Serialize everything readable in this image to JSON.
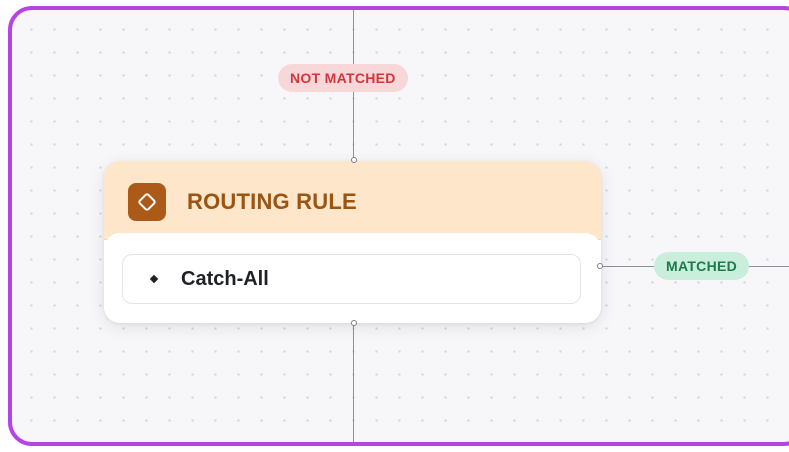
{
  "canvas": {
    "grid": "dotted",
    "background_color": "#f7f7f9",
    "frame_color": "#b544e4"
  },
  "badges": {
    "not_matched": {
      "label": "NOT MATCHED",
      "bg": "#f8d7d9",
      "color": "#d2353d"
    },
    "matched": {
      "label": "MATCHED",
      "bg": "#c9eedb",
      "color": "#1c7a4d"
    }
  },
  "node": {
    "icon": "diamond-icon",
    "icon_color": "#ab5a18",
    "header_color": "#fde6c9",
    "title": "ROUTING RULE",
    "rule": {
      "bullet_icon": "diamond-bullet-icon",
      "label": "Catch-All"
    }
  }
}
